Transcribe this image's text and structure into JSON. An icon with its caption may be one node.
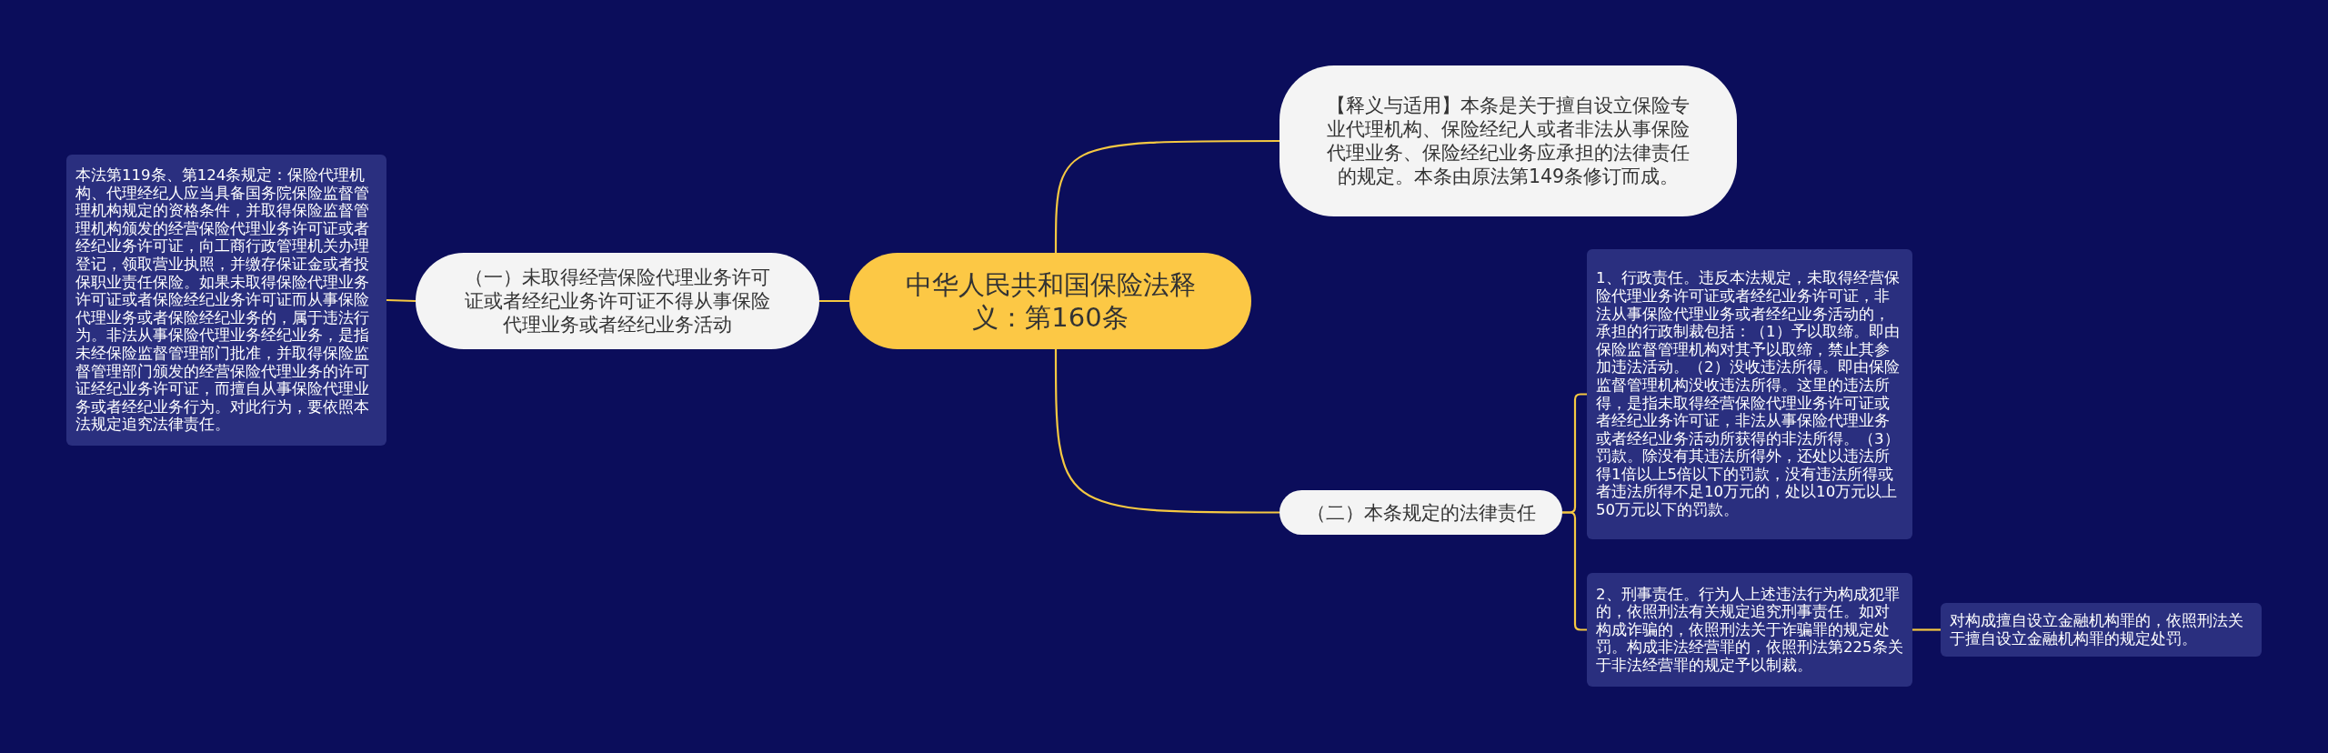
{
  "diagram": {
    "nodes": [
      {
        "text": [
          "中华人民共和国保险法释义：第160条"
        ]
      },
      {
        "text": [
          "【释义与适用】本条是关于擅自设立保险专业代理机构、保险经纪人或者非法从事保险代理业务、保险经纪业务应承担的法律责任的规定。本条由原法第149条修订而成。"
        ]
      },
      {
        "text": [
          "（一）未取得经营保险代理业务许可证或者经纪业务许可证不得从事保险代理业务或者经纪业务活动"
        ]
      },
      {
        "text": [
          "本法第119条、第124条规定：保险代理机构、代理经纪人应当具备国务院保险监督管理机构规定的资格条件，并取得保险监督管理机构颁发的经营保险代理业务许可证或者经纪业务许可证，向工商行政管理机关办理登记，领取营业执照，并缴存保证金或者投保职业责任保险。如果未取得保险代理业务许可证或者保险经纪业务许可证而从事保险代理业务或者保险经纪业务的，属于违法行为。非法从事保险代理业务经纪业务，是指未经保险监督管理部门批准，并取得保险监督管理部门颁发的经营保险代理业务的许可证经纪业务许可证，而擅自从事保险代理业务或者经纪业务行为。对此行为，要依照本法规定追究法律责任。"
        ]
      },
      {
        "text": [
          "（二）本条规定的法律责任"
        ]
      },
      {
        "text": [
          "1、行政责任。违反本法规定，未取得经营保险代理业务许可证或者经纪业务许可证，非法从事保险代理业务或者经纪业务活动的，承担的行政制裁包括：（1）予以取缔。即由保险监督管理机构对其予以取缔，禁止其参加违法活动。（2）没收违法所得。即由保险监督管理机构没收违法所得。这里的违法所得，是指未取得经营保险代理业务许可证或者经纪业务许可证，非法从事保险代理业务或者经纪业务活动所获得的非法所得。（3）罚款。除没有其违法所得外，还处以违法所得1倍以上5倍以下的罚款，没有违法所得或者违法所得不足10万元的，处以10万元以上50万元以下的罚款。"
        ]
      },
      {
        "text": [
          "2、刑事责任。行为人上述违法行为构成犯罪的，依照刑法有关规定追究刑事责任。如对构成诈骗的，依照刑法关于诈骗罪的规定处罚。构成非法经营罪的，依照刑法第225条关于非法经营罪的规定予以制裁。"
        ]
      },
      {
        "text": [
          "对构成擅自设立金融机构罪的，依照刑法关于擅自设立金融机构罪的规定处罚。"
        ]
      }
    ],
    "edges": [
      {
        "from": 0,
        "to": 1,
        "arrow": "none"
      },
      {
        "from": 0,
        "to": 2,
        "arrow": "none"
      },
      {
        "from": 2,
        "to": 3,
        "arrow": "none"
      },
      {
        "from": 0,
        "to": 4,
        "arrow": "none"
      },
      {
        "from": 4,
        "to": 5,
        "arrow": "none"
      },
      {
        "from": 4,
        "to": 6,
        "arrow": "none"
      },
      {
        "from": 6,
        "to": 7,
        "arrow": "none"
      }
    ]
  }
}
